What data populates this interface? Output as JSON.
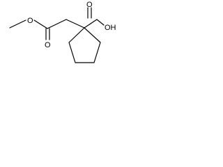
{
  "molecule": {
    "atom_labels": {
      "ester_carbonyl_oxygen": "O",
      "ester_ether_oxygen": "O",
      "acid_carbonyl_oxygen": "O",
      "acid_hydroxyl": "OH"
    }
  }
}
